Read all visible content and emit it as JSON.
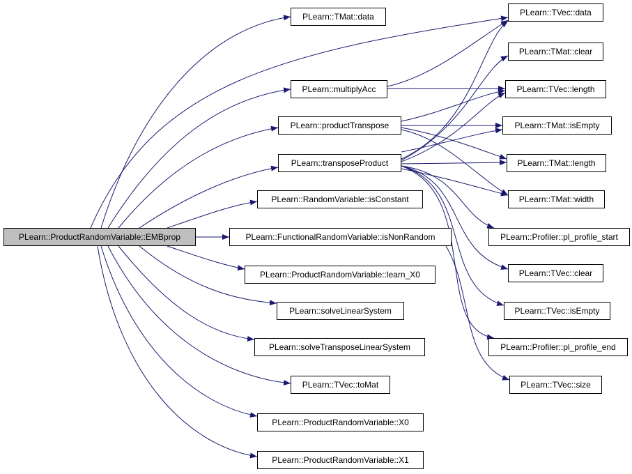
{
  "colors": {
    "edge": "#191970",
    "root_fill": "#bfbfbf",
    "node_fill": "#ffffff",
    "node_border": "#000000"
  },
  "nodes": {
    "root": "PLearn::ProductRandomVariable::EMBprop",
    "tmat_data": "PLearn::TMat::data",
    "multiply_acc": "PLearn::multiplyAcc",
    "product_transpose": "PLearn::productTranspose",
    "transpose_product": "PLearn::transposeProduct",
    "is_constant": "PLearn::RandomVariable::isConstant",
    "is_non_random": "PLearn::FunctionalRandomVariable::isNonRandom",
    "learn_x0": "PLearn::ProductRandomVariable::learn_X0",
    "solve_linear_system": "PLearn::solveLinearSystem",
    "solve_transpose_linear_system": "PLearn::solveTransposeLinearSystem",
    "tvec_to_mat": "PLearn::TVec::toMat",
    "x0": "PLearn::ProductRandomVariable::X0",
    "x1": "PLearn::ProductRandomVariable::X1",
    "tvec_data": "PLearn::TVec::data",
    "tmat_clear": "PLearn::TMat::clear",
    "tvec_length": "PLearn::TVec::length",
    "tmat_is_empty": "PLearn::TMat::isEmpty",
    "tmat_length": "PLearn::TMat::length",
    "tmat_width": "PLearn::TMat::width",
    "profile_start": "PLearn::Profiler::pl_profile_start",
    "tvec_clear": "PLearn::TVec::clear",
    "tvec_is_empty": "PLearn::TVec::isEmpty",
    "profile_end": "PLearn::Profiler::pl_profile_end",
    "tvec_size": "PLearn::TVec::size"
  }
}
